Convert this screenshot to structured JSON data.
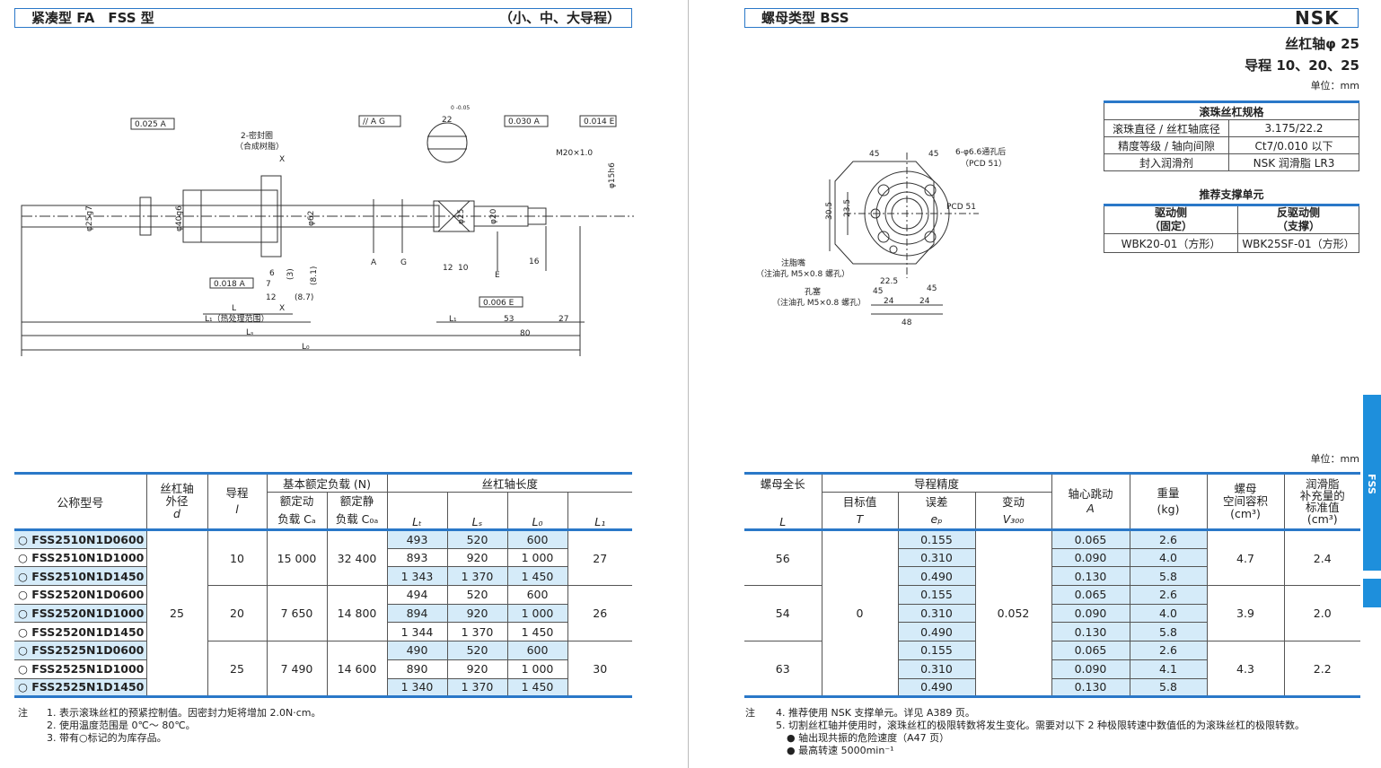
{
  "left_title": {
    "main": "紧凑型 FA　FSS 型",
    "range": "（小、中、大导程）"
  },
  "right_title": {
    "main": "螺母类型 BSS",
    "brand": "NSK"
  },
  "shaft": {
    "line1": "丝杠轴φ 25",
    "line2": "导程 10、20、25",
    "unit": "单位：mm"
  },
  "spec": {
    "title": "滚珠丝杠规格",
    "rows": [
      {
        "k": "滚珠直径 / 丝杠轴底径",
        "v": "3.175/22.2"
      },
      {
        "k": "精度等级 / 轴向间隙",
        "v": "Ct7/0.010 以下"
      },
      {
        "k": "封入润滑剂",
        "v": "NSK 润滑脂 LR3"
      }
    ]
  },
  "support": {
    "title": "推荐支撑单元",
    "drive_head": "驱动侧",
    "drive_sub": "（固定）",
    "ndrive_head": "反驱动侧",
    "ndrive_sub": "（支撑）",
    "drive_val": "WBK20-01（方形）",
    "ndrive_val": "WBK25SF-01（方形）"
  },
  "unit_right": "单位：mm",
  "side_tab": "FSS",
  "left_drawing": {
    "tol1": "0.025 A",
    "tol2": "// A G",
    "tol3": "0.030 A",
    "tol4": "0.014 E",
    "seal1": "2-密封圈",
    "seal2": "（合成树脂）",
    "x_top": "X",
    "x_bot": "X",
    "d22": "22",
    "d22tol": "0 -0.05",
    "m20": "M20×1.0",
    "d15": "φ15h6",
    "d25g7": "φ25g7",
    "d40g6": "φ40g6",
    "d62": "φ62",
    "d25": "φ25",
    "d20": "φ20",
    "t018": "0.018 A",
    "t006": "0.006 E",
    "a": "A",
    "g": "G",
    "e1": "E",
    "e2": "E",
    "n12a": "12",
    "n10": "10",
    "n16": "16",
    "n6": "6",
    "n12b": "12",
    "n7": "7",
    "n3": "(3)",
    "n81": "(8.1)",
    "n87": "(8.7)",
    "L": "L",
    "L1heat": "L₁（热处理范围）",
    "Ls": "Lₛ",
    "Lo": "L₀",
    "L1": "L₁",
    "n53": "53",
    "n27": "27",
    "n80": "80"
  },
  "right_drawing": {
    "d45a": "45",
    "d45b": "45",
    "holes": "6-φ6.6通孔后",
    "pcd_paren": "（PCD 51）",
    "pcd": "PCD 51",
    "d305": "30.5",
    "d235": "23.5",
    "grease1": "注脂嘴",
    "grease2": "（注油孔 M5×0.8 螺孔）",
    "plug1": "孔塞",
    "plug2": "（注油孔 M5×0.8 螺孔）",
    "d225": "22.5",
    "d45c": "45",
    "d45d": "45",
    "d24a": "24",
    "d24b": "24",
    "d48": "48"
  },
  "left_table": {
    "h_model": "公称型号",
    "h_dia": [
      "丝杠轴",
      "外径",
      "d"
    ],
    "h_lead": [
      "导程",
      "l"
    ],
    "h_load": "基本额定负载 (N)",
    "h_ca": [
      "额定动",
      "负载 Cₐ"
    ],
    "h_coa": [
      "额定静",
      "负载 C₀ₐ"
    ],
    "h_len": "丝杠轴长度",
    "h_lt": "Lₜ",
    "h_ls": "Lₛ",
    "h_lo": "L₀",
    "h_l1": "L₁",
    "groups": [
      {
        "d": "25",
        "lead": "10",
        "ca": "15 000",
        "coa": "32 400",
        "l1": "27",
        "rows": [
          {
            "model": "○ FSS2510N1D0600",
            "lt": "493",
            "ls": "520",
            "lo": "600",
            "blue": true
          },
          {
            "model": "○ FSS2510N1D1000",
            "lt": "893",
            "ls": "920",
            "lo": "1 000",
            "blue": false
          },
          {
            "model": "○ FSS2510N1D1450",
            "lt": "1 343",
            "ls": "1 370",
            "lo": "1 450",
            "blue": true
          }
        ]
      },
      {
        "d": "",
        "lead": "20",
        "ca": "7 650",
        "coa": "14 800",
        "l1": "26",
        "rows": [
          {
            "model": "○ FSS2520N1D0600",
            "lt": "494",
            "ls": "520",
            "lo": "600",
            "blue": false
          },
          {
            "model": "○ FSS2520N1D1000",
            "lt": "894",
            "ls": "920",
            "lo": "1 000",
            "blue": true
          },
          {
            "model": "○ FSS2520N1D1450",
            "lt": "1 344",
            "ls": "1 370",
            "lo": "1 450",
            "blue": false
          }
        ]
      },
      {
        "d": "",
        "lead": "25",
        "ca": "7 490",
        "coa": "14 600",
        "l1": "30",
        "rows": [
          {
            "model": "○ FSS2525N1D0600",
            "lt": "490",
            "ls": "520",
            "lo": "600",
            "blue": true
          },
          {
            "model": "○ FSS2525N1D1000",
            "lt": "890",
            "ls": "920",
            "lo": "1 000",
            "blue": false
          },
          {
            "model": "○ FSS2525N1D1450",
            "lt": "1 340",
            "ls": "1 370",
            "lo": "1 450",
            "blue": true
          }
        ]
      }
    ]
  },
  "right_table": {
    "h_nut": [
      "螺母全长",
      "L"
    ],
    "h_acc": "导程精度",
    "h_t": [
      "目标值",
      "T"
    ],
    "h_ep": [
      "误差",
      "eₚ"
    ],
    "h_v": [
      "变动",
      "V₃₀₀"
    ],
    "h_run": [
      "轴心跳动",
      "A"
    ],
    "h_wt": [
      "重量",
      "(kg)"
    ],
    "h_sp": [
      "螺母",
      "空间容积",
      "(cm³)"
    ],
    "h_gr": [
      "润滑脂",
      "补充量的",
      "标准值",
      "(cm³)"
    ],
    "groups": [
      {
        "L": "56",
        "space": "4.7",
        "grease": "2.4",
        "rows": [
          {
            "ep": "0.155",
            "a": "0.065",
            "w": "2.6"
          },
          {
            "ep": "0.310",
            "a": "0.090",
            "w": "4.0"
          },
          {
            "ep": "0.490",
            "a": "0.130",
            "w": "5.8"
          }
        ]
      },
      {
        "L": "54",
        "space": "3.9",
        "grease": "2.0",
        "rows": [
          {
            "ep": "0.155",
            "a": "0.065",
            "w": "2.6"
          },
          {
            "ep": "0.310",
            "a": "0.090",
            "w": "4.0"
          },
          {
            "ep": "0.490",
            "a": "0.130",
            "w": "5.8"
          }
        ]
      },
      {
        "L": "63",
        "space": "4.3",
        "grease": "2.2",
        "rows": [
          {
            "ep": "0.155",
            "a": "0.065",
            "w": "2.6"
          },
          {
            "ep": "0.310",
            "a": "0.090",
            "w": "4.1"
          },
          {
            "ep": "0.490",
            "a": "0.130",
            "w": "5.8"
          }
        ]
      }
    ],
    "t_val": "0",
    "v_val": "0.052"
  },
  "left_notes": {
    "label": "注",
    "lines": [
      "1. 表示滚珠丝杠的预紧控制值。因密封力矩将增加 2.0N·cm。",
      "2. 使用温度范围是 0℃～ 80℃。",
      "3. 带有○标记的为库存品。"
    ]
  },
  "right_notes": {
    "label": "注",
    "lines": [
      "4. 推荐使用 NSK 支撑单元。详见 A389 页。",
      "5. 切割丝杠轴并使用时，滚珠丝杠的极限转数将发生变化。需要对以下 2 种极限转速中数值低的为滚珠丝杠的极限转数。",
      "● 轴出现共振的危险速度（A47 页）",
      "● 最高转速 5000min⁻¹"
    ]
  }
}
